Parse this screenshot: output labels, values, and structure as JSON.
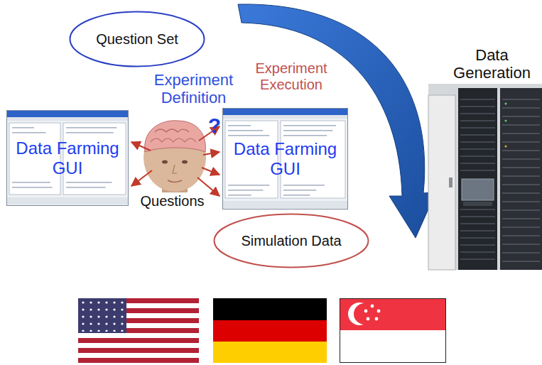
{
  "diagram": {
    "nodes": [
      {
        "text": [
          "Question Set"
        ]
      },
      {
        "text": [
          "Data Farming GUI"
        ]
      },
      {
        "text": [
          "Data Farming GUI"
        ]
      },
      {
        "text": [
          "Simulation Data"
        ]
      }
    ],
    "labels": [
      "Experiment Execution",
      "Data Generation",
      "Experiment Definition",
      "?",
      "Questions"
    ]
  }
}
